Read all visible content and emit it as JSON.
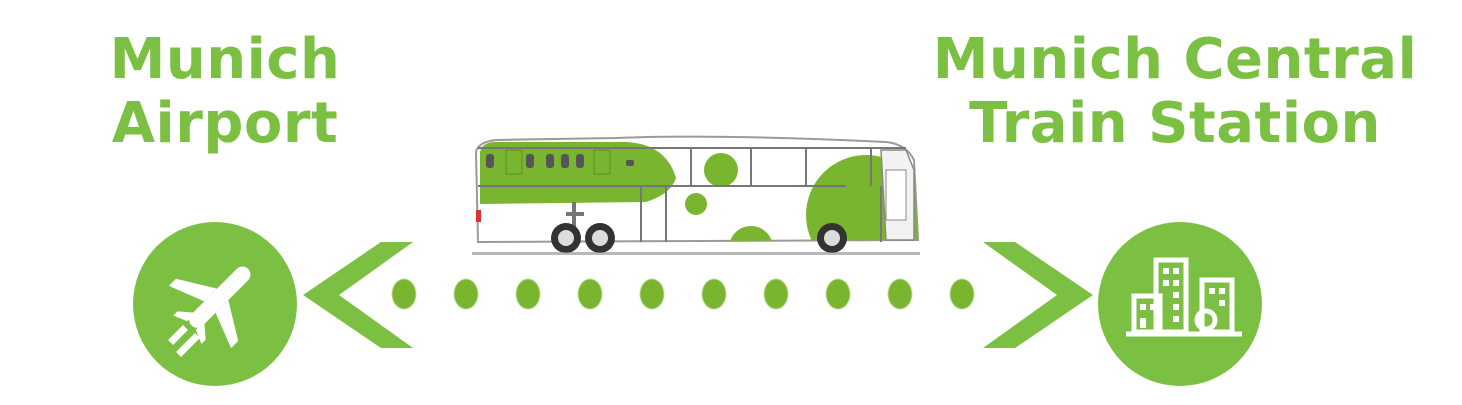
{
  "origin": {
    "title_lines": [
      "Munich",
      "Airport"
    ],
    "icon": "airplane-icon"
  },
  "destination": {
    "title_lines": [
      "Munich Central",
      "Train Station"
    ],
    "icon": "city-buildings-icon"
  },
  "vehicle": {
    "icon": "airport-bus-icon"
  },
  "connector": {
    "dot_count": 10,
    "left_arrow": "chevron-left-icon",
    "right_arrow": "chevron-right-icon"
  },
  "colors": {
    "brand_green": "#7bc043",
    "dot_green": "#7ab52f",
    "background": "#ffffff"
  }
}
